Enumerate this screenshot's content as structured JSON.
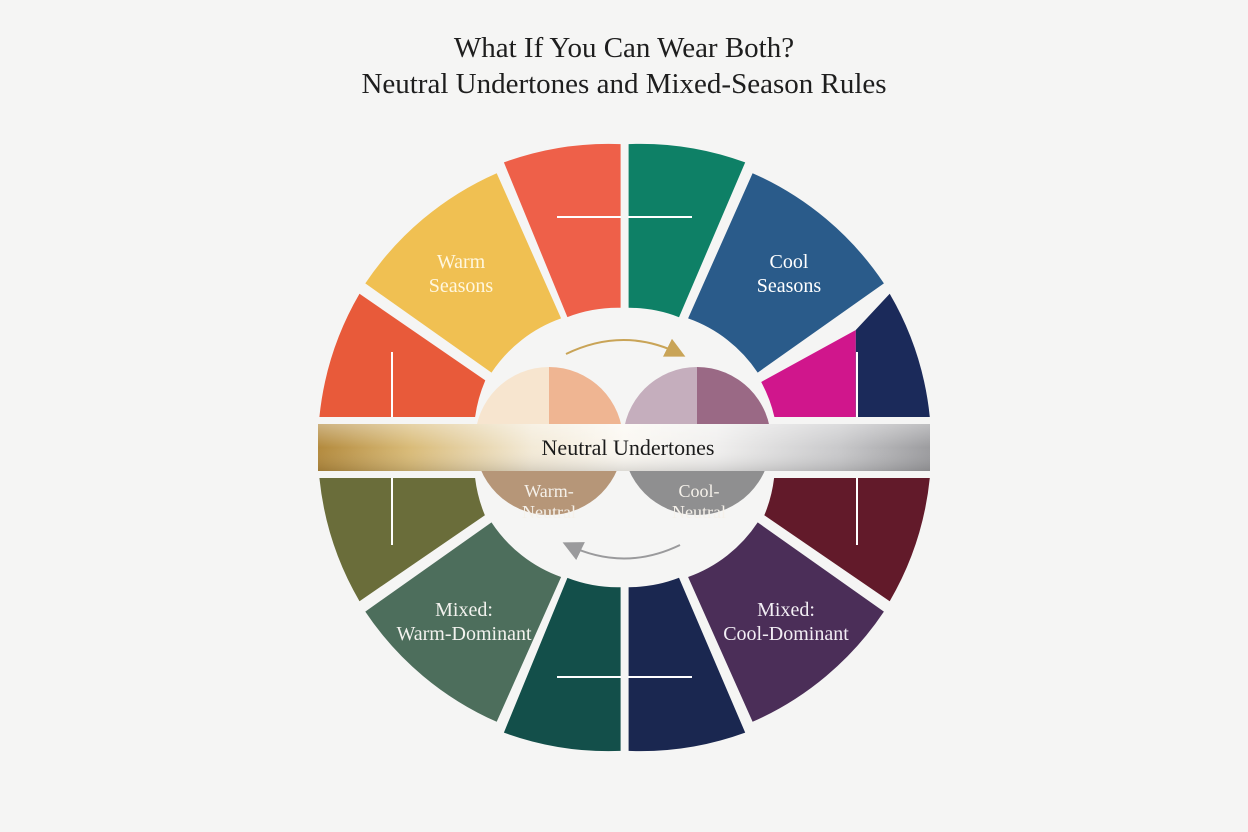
{
  "title": {
    "line1": "What If You Can Wear Both?",
    "line2": "Neutral Undertones and Mixed-Season Rules"
  },
  "center_band": {
    "label": "Neutral Undertones"
  },
  "segments": {
    "warm_seasons": {
      "line1": "Warm",
      "line2": "Seasons",
      "color": "#f0c052"
    },
    "cool_seasons": {
      "line1": "Cool",
      "line2": "Seasons",
      "color": "#2a5b8a"
    },
    "mixed_warm": {
      "line1": "Mixed:",
      "line2": "Warm-Dominant",
      "color": "#4d6e5c"
    },
    "mixed_cool": {
      "line1": "Mixed:",
      "line2": "Cool-Dominant",
      "color": "#4b2e58"
    }
  },
  "circles": {
    "warm_neutral": {
      "line1": "Warm-",
      "line2": "Neutral"
    },
    "cool_neutral": {
      "line1": "Cool-",
      "line2": "Neutral"
    }
  },
  "colors": {
    "coral_red": "#ee6049",
    "teal_green": "#0e8066",
    "orange_red": "#e85a3a",
    "navy_top": "#1b2a5a",
    "magenta": "#d0168c",
    "olive": "#6a6d3a",
    "burgundy": "#621a2a",
    "dark_teal": "#134f4a",
    "navy_bottom": "#1a2750",
    "gold": "#c9a457",
    "silver": "#a8a8aa"
  }
}
